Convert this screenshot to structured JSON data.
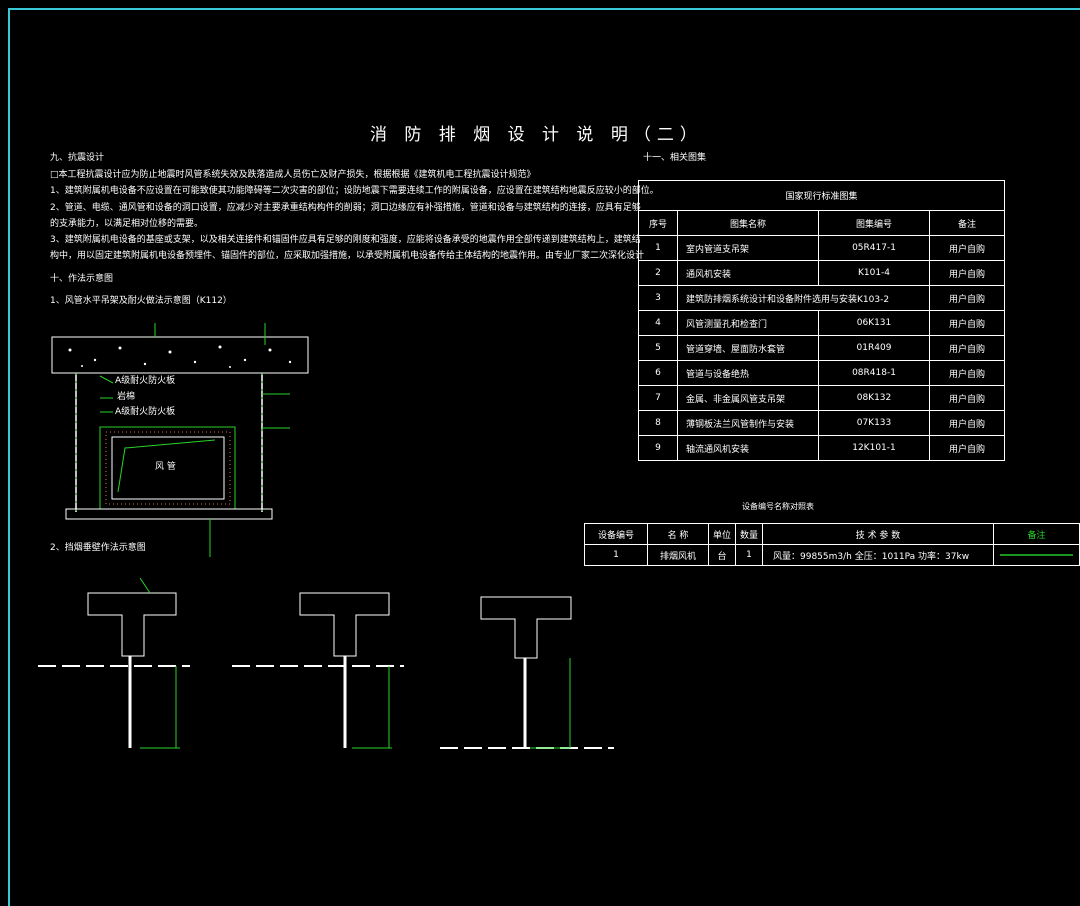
{
  "title": "消 防 排 烟 设 计 说 明（二）",
  "section9": {
    "heading": "九、抗震设计",
    "lines": [
      "□本工程抗震设计应为防止地震时风管系统失效及跌落造成人员伤亡及财产损失，根据根据《建筑机电工程抗震设计规范》",
      "1、建筑附属机电设备不应设置在可能致使其功能障碍等二次灾害的部位；设防地震下需要连续工作的附属设备，应设置在建筑结构地震反应较小的部位。",
      "2、管道、电缆、通风管和设备的洞口设置，应减少对主要承重结构构件的削弱；洞口边缘应有补强措施，管道和设备与建筑结构的连接，应具有足够",
      "的支承能力，以满足相对位移的需要。",
      "3、建筑附属机电设备的基座或支架，以及相关连接件和锚固件应具有足够的刚度和强度，应能将设备承受的地震作用全部传递到建筑结构上，建筑结",
      "构中，用以固定建筑附属机电设备预埋件、锚固件的部位，应采取加强措施，以承受附属机电设备传给主体结构的地震作用。由专业厂家二次深化设计"
    ]
  },
  "section10": {
    "heading": "十、作法示意图",
    "sub1": "1、风管水平吊架及耐火做法示意图（K112）",
    "sub2": "2、挡烟垂壁作法示意图",
    "labels": [
      "A级耐火防火板",
      "岩棉",
      "A级耐火防火板",
      "风   管"
    ]
  },
  "section11": {
    "heading": "十一、相关图集",
    "table_caption": "国家现行标准图集",
    "headers": [
      "序号",
      "图集名称",
      "图集编号",
      "备注"
    ],
    "rows": [
      [
        "1",
        "室内管道支吊架",
        "05R417-1",
        "用户自购"
      ],
      [
        "2",
        "通风机安装",
        "K101-4",
        "用户自购"
      ],
      [
        "3",
        "建筑防排烟系统设计和设备附件选用与安装",
        "K103-2",
        "用户自购"
      ],
      [
        "4",
        "风管测量孔和检查门",
        "06K131",
        "用户自购"
      ],
      [
        "5",
        "管道穿墙、屋面防水套管",
        "01R409",
        "用户自购"
      ],
      [
        "6",
        "管道与设备绝热",
        "08R418-1",
        "用户自购"
      ],
      [
        "7",
        "金属、非金属风管支吊架",
        "08K132",
        "用户自购"
      ],
      [
        "8",
        "薄钢板法兰风管制作与安装",
        "07K133",
        "用户自购"
      ],
      [
        "9",
        "轴流通风机安装",
        "12K101-1",
        "用户自购"
      ]
    ]
  },
  "equipment": {
    "caption": "设备编号名称对照表",
    "headers": [
      "设备编号",
      "名   称",
      "单位",
      "数量",
      "技 术 参 数",
      "备注"
    ],
    "row": [
      "1",
      "排烟风机",
      "台",
      "1",
      "风量：99855m3/h  全压：1011Pa  功率：37kw",
      ""
    ]
  },
  "colors": {
    "frame": "#39c8d8",
    "green": "#28d428",
    "white": "#ffffff",
    "red": "#e03030"
  }
}
